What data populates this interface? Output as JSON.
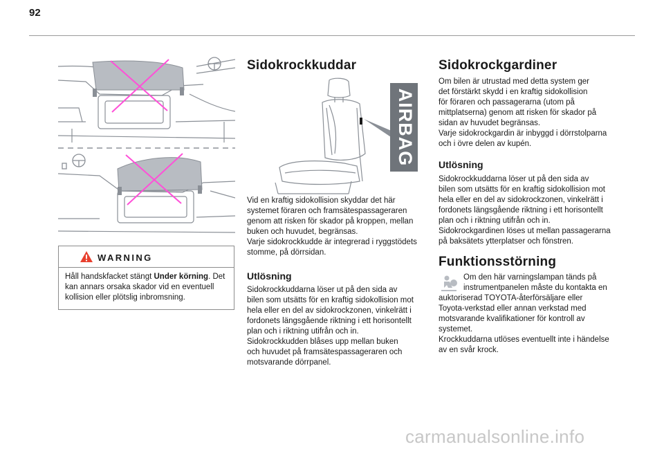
{
  "page_number": "92",
  "illustration": {
    "upper_label": "Glove compartment open - crossed out",
    "lower_label": "Glove compartment open - crossed out"
  },
  "warning": {
    "title": "WARNING",
    "text_before": "Håll handskfacket stängt ",
    "text_bold": "Under körning",
    "text_after": ". Det kan annars orsaka skador vid en eventuell kollision eller plötslig inbromsning."
  },
  "sidokrockkuddar": {
    "title": "Sidokrockkuddar",
    "airbag_label": "AIRBAG",
    "intro": "Vid en kraftig sidokollision skyddar det här\nsystemet föraren och framsätespassageraren\ngenom att risken för skador på kroppen, mellan\nbuken och huvudet, begränsas.\nVarje sidokrockkudde är integrerad i ryggstödets\nstomme, på dörrsidan.",
    "utlosning_title": "Utlösning",
    "utlosning_text": "Sidokrockkuddarna löser ut på den sida av\nbilen som utsätts för en kraftig sidokollision mot\nhela eller en del av sidokrockzonen, vinkelrätt i\nfordonets längsgående riktning i ett horisontellt\nplan och i riktning utifrån och in.\nSidokrockkudden blåses upp mellan buken\noch huvudet på framsätespassageraren och\nmotsvarande dörrpanel."
  },
  "sidokrockgardiner": {
    "title": "Sidokrockgardiner",
    "intro": "Om bilen är utrustad med detta system ger\ndet förstärkt skydd i en kraftig sidokollision\nför föraren och passagerarna (utom på\nmittplatserna) genom att risken för skador på\nsidan av huvudet begränsas.\nVarje sidokrockgardin är inbyggd i dörrstolparna\noch i övre delen av kupén.",
    "utlosning_title": "Utlösning",
    "utlosning_text": "Sidokrockkuddarna löser ut på den sida av\nbilen som utsätts för en kraftig sidokollision mot\nhela eller en del av sidokrockzonen, vinkelrätt i\nfordonets längsgående riktning i ett horisontellt\nplan och i riktning utifrån och in.\nSidokrockgardinen löses ut mellan passagerarna\npå baksätets ytterplatser och fönstren."
  },
  "funktionsstorning": {
    "title": "Funktionsstörning",
    "text_indented": "Om den här varningslampan tänds på\ninstrumentpanelen måste du kontakta en",
    "text_rest": "auktoriserad TOYOTA-återförsäljare eller\nToyota-verkstad eller annan verkstad med\nmotsvarande kvalifikationer för kontroll av\nsystemet.\nKrockkuddarna utlöses eventuellt inte i händelse\nav en svår krock."
  },
  "watermark": "carmanualsonline.info",
  "colors": {
    "cross": "#ff4fd8",
    "warning_triangle": "#e8402e",
    "line_art": "#8a8f96",
    "shading": "#b8bcc2",
    "airbag_tag": "#6f747a"
  }
}
